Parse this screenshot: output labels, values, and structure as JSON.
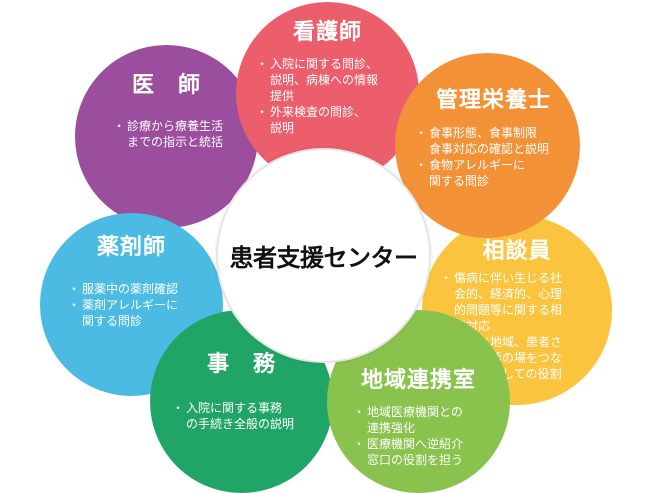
{
  "center": {
    "title": "患者支援センター"
  },
  "roles": [
    {
      "id": "nurse",
      "title": "看護師",
      "color": "#ec5e6c",
      "items": [
        "入院に関する問診、\n説明、病棟への情報\n提供",
        "外来検査の問診、\n説明"
      ]
    },
    {
      "id": "doctor",
      "title": "医　師",
      "color": "#9b4e9e",
      "items": [
        "診療から療養生活\nまでの指示と統括"
      ]
    },
    {
      "id": "diet",
      "title": "管理栄養士",
      "color": "#f39137",
      "items": [
        "食事形態、食事制限\n食事対応の確認と説明",
        "食物アレルギーに\n関する問診"
      ]
    },
    {
      "id": "pharm",
      "title": "薬剤師",
      "color": "#4bbbe3",
      "items": [
        "服薬中の薬剤確認",
        "薬剤アレルギーに\n関する問診"
      ]
    },
    {
      "id": "consult",
      "title": "相談員",
      "color": "#fbc43f",
      "items": [
        "傷病に伴い生じる社\n会的、経済的、心理\n的問題等に関する相\n談対応",
        "病院と地域、患者さ\nんの生活の場をつな\nぐ窓口としての役割"
      ]
    },
    {
      "id": "admin",
      "title": "事　務",
      "color": "#21a567",
      "items": [
        "入院に関する事務\nの手続き全般の説明"
      ]
    },
    {
      "id": "region",
      "title": "地域連携室",
      "color": "#89c24d",
      "items": [
        "地域医療機関との\n連携強化",
        "医療機関へ逆紹介\n窓口の役割を担う"
      ]
    }
  ]
}
